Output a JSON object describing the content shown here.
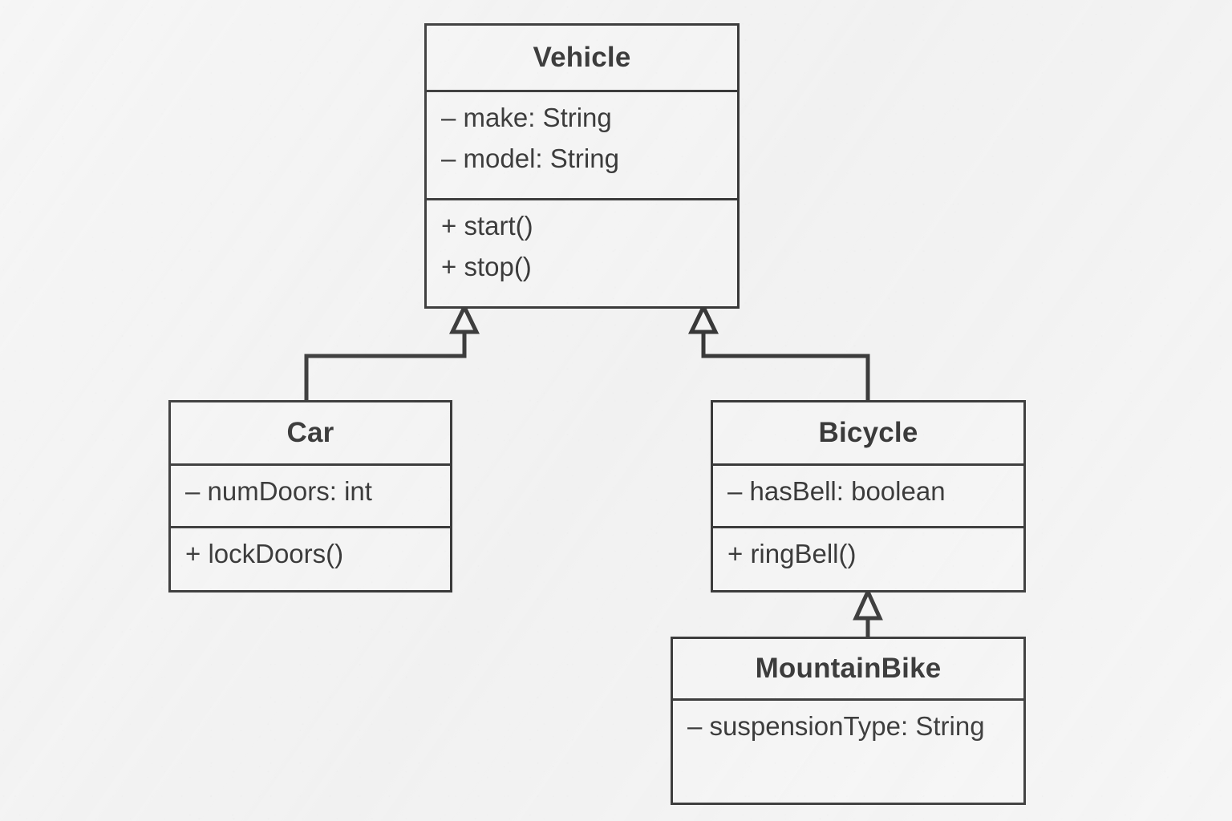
{
  "diagram": {
    "type": "uml-class-diagram",
    "background_color": "#f2f2f2",
    "line_color": "#0d0d0d",
    "box_fill": "#f4f4f4",
    "classes": [
      {
        "id": "vehicle",
        "name": "Vehicle",
        "attributes": [
          "– make: String",
          "– model: String"
        ],
        "operations": [
          "+ start()",
          "+ stop()"
        ]
      },
      {
        "id": "car",
        "name": "Car",
        "attributes": [
          "– numDoors: int"
        ],
        "operations": [
          "+ lockDoors()"
        ]
      },
      {
        "id": "bicycle",
        "name": "Bicycle",
        "attributes": [
          "– hasBell: boolean"
        ],
        "operations": [
          "+ ringBell()"
        ]
      },
      {
        "id": "mountainbike",
        "name": "MountainBike",
        "attributes": [
          "– suspensionType: String"
        ],
        "operations": []
      }
    ],
    "relationships": [
      {
        "kind": "generalization",
        "from": "Car",
        "to": "Vehicle",
        "arrow": "hollow-triangle"
      },
      {
        "kind": "generalization",
        "from": "Bicycle",
        "to": "Vehicle",
        "arrow": "hollow-triangle"
      },
      {
        "kind": "generalization",
        "from": "MountainBike",
        "to": "Bicycle",
        "arrow": "hollow-triangle"
      }
    ]
  }
}
